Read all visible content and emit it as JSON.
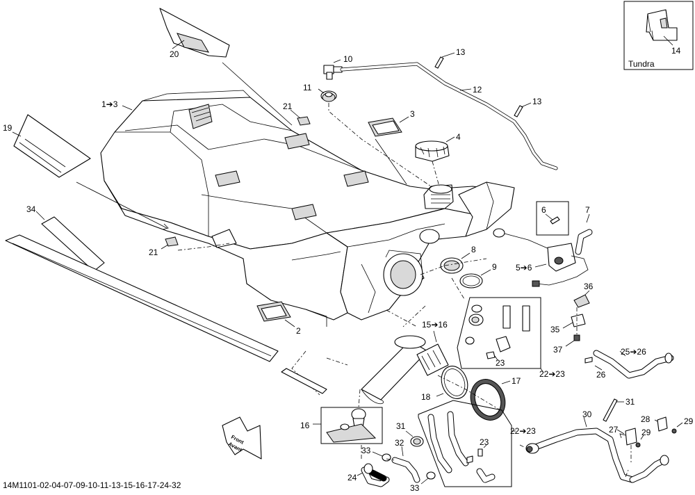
{
  "diagram": {
    "reference_code": "14M1101-02-04-07-09-10-11-13-15-16-17-24-32",
    "inset_variant": "Tundra",
    "direction_label": {
      "line1": "Front",
      "line2": "Avant"
    },
    "callouts": {
      "c1_3": "1➔3",
      "c2": "2",
      "c3": "3",
      "c4": "4",
      "c5_6": "5➔6",
      "c6": "6",
      "c7": "7",
      "c8": "8",
      "c9": "9",
      "c10": "10",
      "c11": "11",
      "c12": "12",
      "c13a": "13",
      "c13b": "13",
      "c14": "14",
      "c15_16": "15➔16",
      "c16": "16",
      "c17": "17",
      "c18": "18",
      "c19": "19",
      "c20": "20",
      "c21a": "21",
      "c21b": "21",
      "c22_23a": "22➔23",
      "c22_23b": "22➔23",
      "c23a": "23",
      "c23b": "23",
      "c24": "24",
      "c25_26": "25➔26",
      "c26": "26",
      "c27": "27",
      "c28": "28",
      "c29a": "29",
      "c29b": "29",
      "c30": "30",
      "c31a": "31",
      "c31b": "31",
      "c32": "32",
      "c33a": "33",
      "c33b": "33",
      "c34": "34",
      "c35": "35",
      "c36": "36",
      "c37": "37"
    }
  }
}
